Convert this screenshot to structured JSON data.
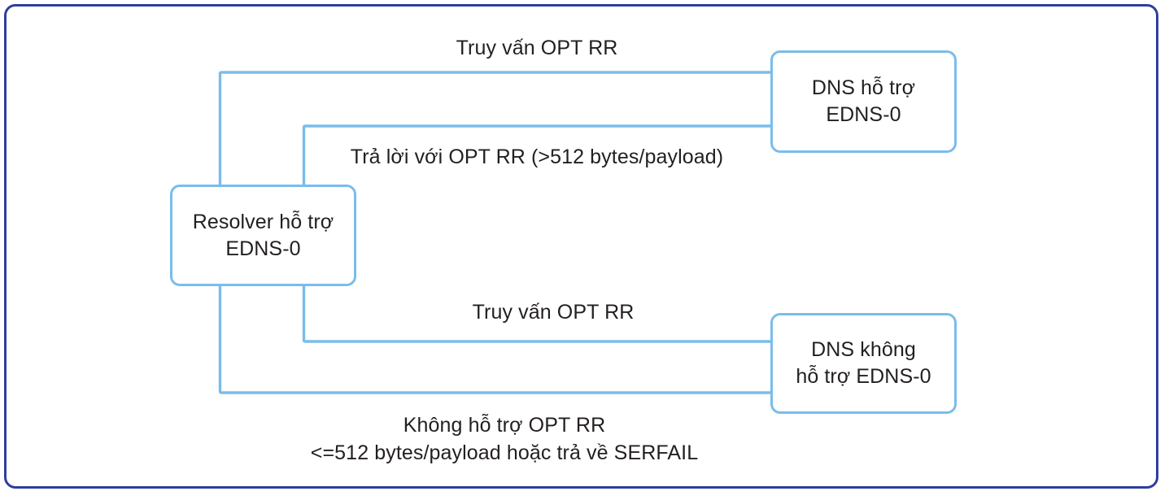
{
  "diagram": {
    "title": "EDNS-0 resolver interaction flow",
    "colors": {
      "frame_border": "#2f3e9e",
      "node_border": "#79bdec",
      "connector": "#79bdec",
      "text": "#231f20",
      "background": "#ffffff"
    },
    "nodes": [
      {
        "id": "resolver",
        "label": "Resolver hỗ trợ\nEDNS-0"
      },
      {
        "id": "dns-supported",
        "label": "DNS hỗ trợ\nEDNS-0"
      },
      {
        "id": "dns-unsupported",
        "label": "DNS không\nhỗ trợ EDNS-0"
      }
    ],
    "edges": [
      {
        "id": "query-top",
        "label": "Truy vấn OPT RR",
        "from": "resolver",
        "to": "dns-supported"
      },
      {
        "id": "reply-top",
        "label": "Trả lời với OPT RR (>512 bytes/payload)",
        "from": "dns-supported",
        "to": "resolver"
      },
      {
        "id": "query-bottom",
        "label": "Truy vấn OPT RR",
        "from": "resolver",
        "to": "dns-unsupported"
      },
      {
        "id": "nosupport-bottom",
        "label": "Không hỗ trợ OPT RR\n<=512 bytes/payload hoặc trả về SERFAIL",
        "from": "dns-unsupported",
        "to": "resolver"
      }
    ]
  }
}
